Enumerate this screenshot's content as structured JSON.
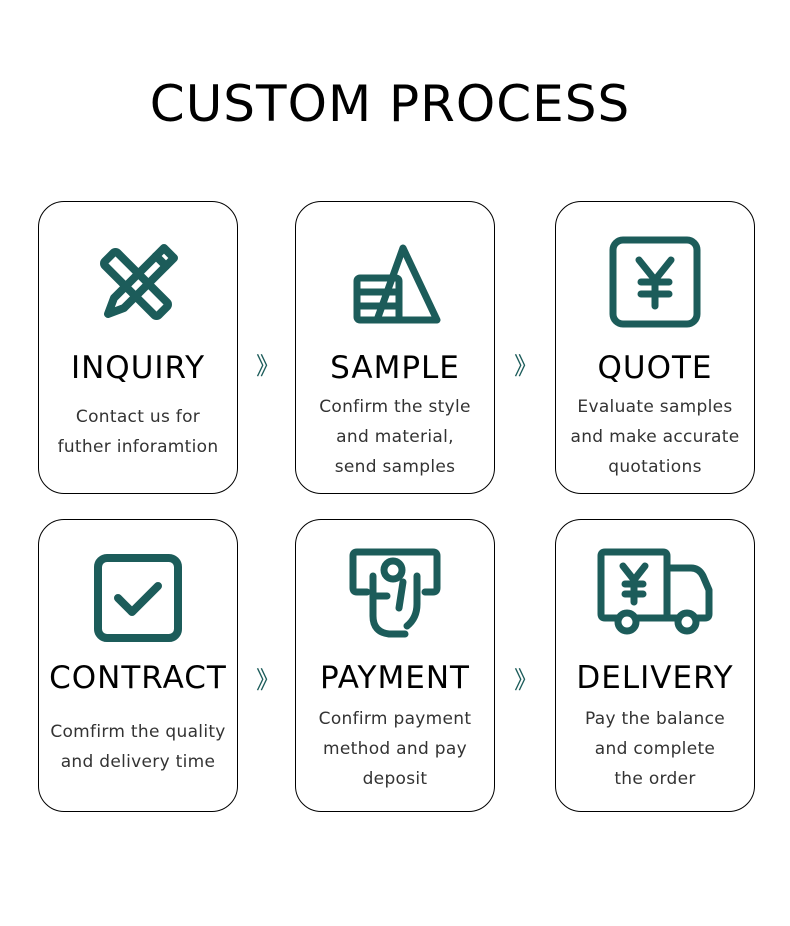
{
  "title": "CUSTOM PROCESS",
  "colors": {
    "accent": "#1c5c5a",
    "text": "#000000",
    "desc": "#333333"
  },
  "arrow_glyph": "》",
  "steps": [
    {
      "icon": "pencil-ruler-icon",
      "title": "INQUIRY",
      "desc": [
        "Contact us for",
        "futher inforamtion"
      ]
    },
    {
      "icon": "sample-pyramid-icon",
      "title": "SAMPLE",
      "desc": [
        "Confirm the style",
        "and material,",
        "send samples"
      ]
    },
    {
      "icon": "yen-quote-icon",
      "title": "QUOTE",
      "desc": [
        "Evaluate samples",
        "and make accurate",
        "quotations"
      ]
    },
    {
      "icon": "checkbox-icon",
      "title": "CONTRACT",
      "desc": [
        "Comfirm the quality",
        "and delivery time"
      ]
    },
    {
      "icon": "hand-payment-icon",
      "title": "PAYMENT",
      "desc": [
        "Confirm payment",
        "method and pay",
        "deposit"
      ]
    },
    {
      "icon": "delivery-truck-icon",
      "title": "DELIVERY",
      "desc": [
        "Pay the balance",
        "and complete",
        "the order"
      ]
    }
  ]
}
